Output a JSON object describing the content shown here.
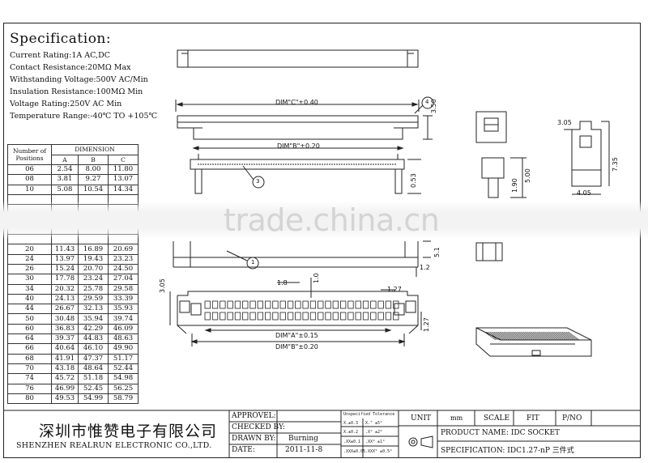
{
  "spec": {
    "title": "Specification:",
    "lines": [
      "Current Rating:1A AC,DC",
      "Contact Resistance:20MΩ Max",
      "Withstanding Voltage:500V AC/Min",
      "Insulation Resistance:100MΩ Min",
      "Voltage Rating:250V AC Min",
      "Temperature Range:-40℃ TO +105℃"
    ]
  },
  "table": {
    "header_positions": "Number of Positions",
    "header_dimension": "DIMENSION",
    "col_a": "A",
    "col_b": "B",
    "col_c": "C",
    "rows": [
      [
        "06",
        "2.54",
        "8.00",
        "11.80"
      ],
      [
        "08",
        "3.81",
        "9.27",
        "13.07"
      ],
      [
        "10",
        "5.08",
        "10.54",
        "14.34"
      ],
      [
        "",
        "",
        "",
        ""
      ],
      [
        "",
        "",
        "",
        ""
      ],
      [
        "",
        "",
        "",
        ""
      ],
      [
        "",
        "",
        "",
        ""
      ],
      [
        "",
        "",
        "",
        ""
      ],
      [
        "20",
        "11.43",
        "16.89",
        "20.69"
      ],
      [
        "24",
        "13.97",
        "19.43",
        "23.23"
      ],
      [
        "26",
        "15.24",
        "20.70",
        "24.50"
      ],
      [
        "30",
        "17.78",
        "23.24",
        "27.04"
      ],
      [
        "34",
        "20.32",
        "25.78",
        "29.58"
      ],
      [
        "40",
        "24.13",
        "29.59",
        "33.39"
      ],
      [
        "44",
        "26.67",
        "32.13",
        "35.93"
      ],
      [
        "50",
        "30.48",
        "35.94",
        "39.74"
      ],
      [
        "60",
        "36.83",
        "42.29",
        "46.09"
      ],
      [
        "64",
        "39.37",
        "44.83",
        "48.63"
      ],
      [
        "66",
        "40.64",
        "46.10",
        "49.90"
      ],
      [
        "68",
        "41.91",
        "47.37",
        "51.17"
      ],
      [
        "70",
        "43.18",
        "48.64",
        "52.44"
      ],
      [
        "74",
        "45.72",
        "51.18",
        "54.98"
      ],
      [
        "76",
        "46.99",
        "52.45",
        "56.25"
      ],
      [
        "80",
        "49.53",
        "54.99",
        "58.79"
      ]
    ]
  },
  "watermark": "trade.china.cn",
  "dims": {
    "dim_c": "DIM\"C\"±0.40",
    "dim_b_top": "DIM\"B\"±0.20",
    "dim_a": "DIM\"A\"±0.15",
    "dim_b_bottom": "DIM\"B\"±0.20",
    "d350": "3.50",
    "d053": "0.53",
    "d305_top": "3.05",
    "d735": "7.35",
    "d405": "4.05",
    "d190": "1.90",
    "d500": "5.00",
    "d51": "5.1",
    "d12": "1.2",
    "d18": "1.8",
    "d10": "1.0",
    "d127a": "1.27",
    "d305_left": "3.05",
    "d127b": "1.27",
    "callout1": "1",
    "callout3": "3",
    "callout4": "4"
  },
  "title_block": {
    "company_cn": "深圳市惟赞电子有限公司",
    "company_en": "SHENZHEN REALRUN ELECTRONIC CO.,LTD.",
    "approved_label": "APPROVEL:",
    "checked_label": "CHECKED BY:",
    "drawn_label": "DRAWN BY:",
    "drawn_value": "Burning",
    "date_label": "DATE:",
    "date_value": "2011-11-8",
    "tolerance_title": "Unspecified Tolerance",
    "tol_1": "X.±0.3",
    "tol_2": "X.±0.2",
    "tol_3": ".XX±0.1",
    "tol_4": ".XXX±0.05",
    "tol_5": "X.\" ±5°",
    "tol_6": ".X° ±2°",
    "tol_7": ".XX° ±1°",
    "tol_8": ".XXX° ±0.5°",
    "unit_label": "UNIT",
    "unit_value": "mm",
    "scale_label": "SCALE",
    "scale_value": "FIT",
    "page_label": "P/NO",
    "product_name": "PRODUCT NAME: IDC SOCKET",
    "specification": "SPECIFICATION: IDC1.27-nP 三件式"
  }
}
